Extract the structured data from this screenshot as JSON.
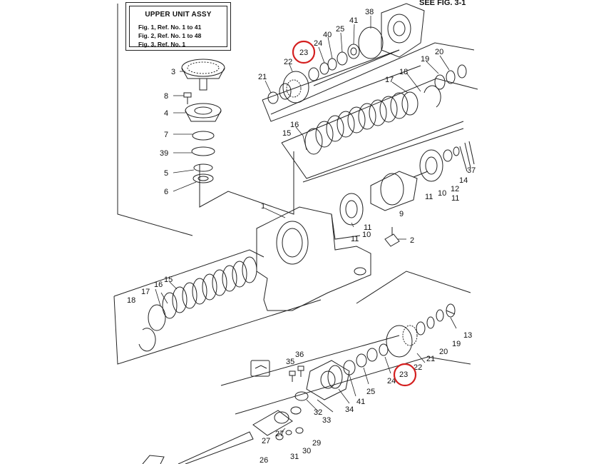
{
  "assembly_box": {
    "title": "UPPER UNIT ASSY",
    "lines": [
      "Fig. 1, Ref. No. 1 to 41",
      "Fig. 2, Ref. No. 1 to 48",
      "Fig. 3, Ref. No. 1"
    ]
  },
  "see_fig": "SEE FIG. 3-1",
  "highlight_color": "#d42020",
  "callouts": {
    "c38": "38",
    "c41a": "41",
    "c25a": "25",
    "c40": "40",
    "c24a": "24",
    "c23a": "23",
    "c22a": "22",
    "c21a": "21",
    "c3": "3",
    "c8": "8",
    "c4": "4",
    "c7": "7",
    "c39": "39",
    "c5": "5",
    "c6": "6",
    "c20a": "20",
    "c19a": "19",
    "c18a": "18",
    "c17a": "17",
    "c16a": "16",
    "c15a": "15",
    "c37": "37",
    "c14": "14",
    "c12": "12",
    "c10a": "10",
    "c11a": "11",
    "c11b": "11",
    "c9": "9",
    "c1": "1",
    "c2": "2",
    "c11c": "11",
    "c10b": "10",
    "c11d": "11",
    "c18b": "18",
    "c17b": "17",
    "c16b": "16",
    "c15b": "15",
    "c13": "13",
    "c19b": "19",
    "c20b": "20",
    "c21b": "21",
    "c22b": "22",
    "c23b": "23",
    "c24b": "24",
    "c25b": "25",
    "c41b": "41",
    "c34": "34",
    "c33": "33",
    "c32": "32",
    "c36": "36",
    "c35": "35",
    "c27a": "27",
    "c27b": "27",
    "c30": "30",
    "c29": "29",
    "c31": "31",
    "c26": "26"
  }
}
